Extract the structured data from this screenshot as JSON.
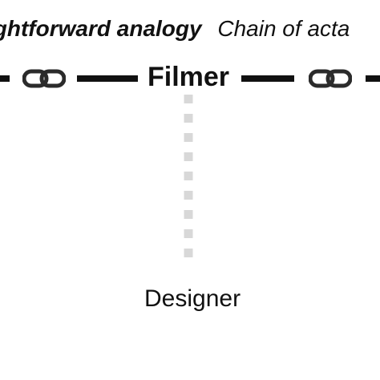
{
  "header": {
    "emphasis_text": "ightforward analogy",
    "secondary_text": "Chain of acta"
  },
  "diagram": {
    "main_node_label": "Filmer",
    "sub_node_label": "Designer"
  }
}
